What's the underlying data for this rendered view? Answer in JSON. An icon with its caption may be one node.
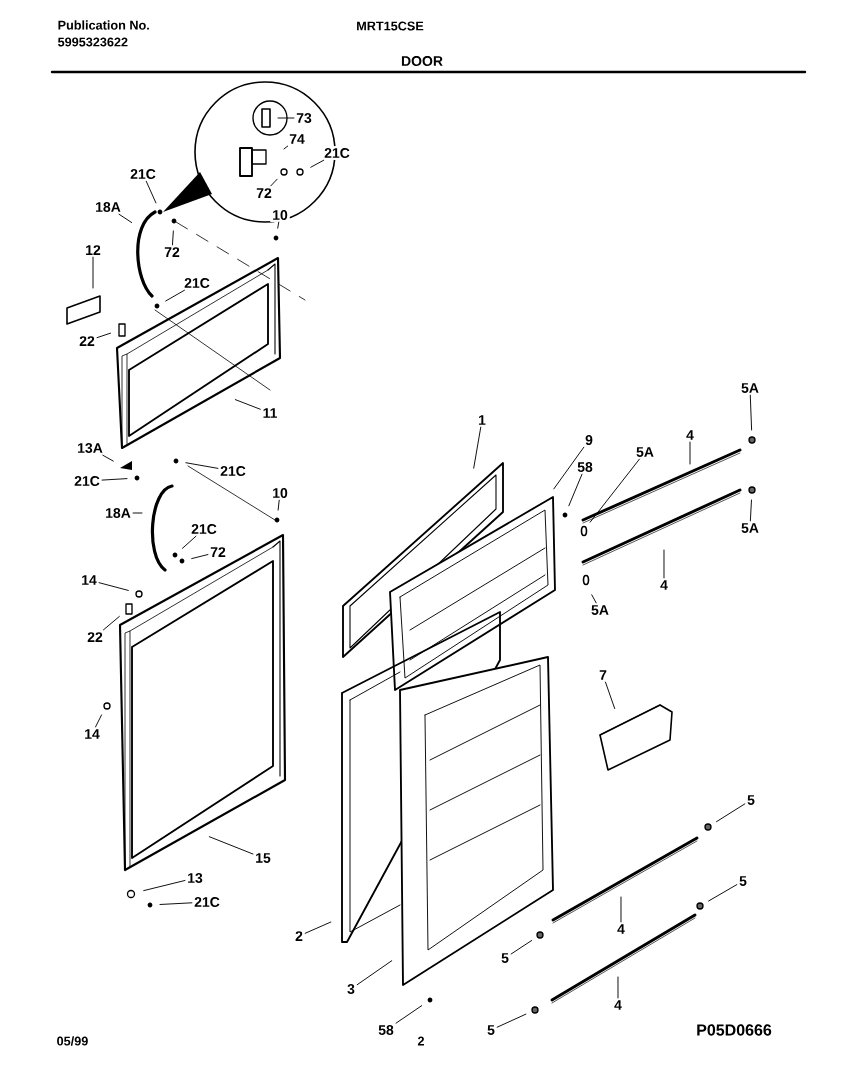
{
  "diagram": {
    "title": "DOOR",
    "nodes": [
      {
        "text": [
          "73"
        ]
      },
      {
        "text": [
          "74"
        ]
      },
      {
        "text": [
          "21C"
        ]
      },
      {
        "text": [
          "72"
        ]
      },
      {
        "text": [
          "21C"
        ]
      },
      {
        "text": [
          "18A"
        ]
      },
      {
        "text": [
          "72"
        ]
      },
      {
        "text": [
          "10"
        ]
      },
      {
        "text": [
          "12"
        ]
      },
      {
        "text": [
          "21C"
        ]
      },
      {
        "text": [
          "22"
        ]
      },
      {
        "text": [
          "11"
        ]
      },
      {
        "text": [
          "13A"
        ]
      },
      {
        "text": [
          "21C"
        ]
      },
      {
        "text": [
          "21C"
        ]
      },
      {
        "text": [
          "10"
        ]
      },
      {
        "text": [
          "18A"
        ]
      },
      {
        "text": [
          "21C"
        ]
      },
      {
        "text": [
          "72"
        ]
      },
      {
        "text": [
          "14"
        ]
      },
      {
        "text": [
          "22"
        ]
      },
      {
        "text": [
          "14"
        ]
      },
      {
        "text": [
          "15"
        ]
      },
      {
        "text": [
          "13"
        ]
      },
      {
        "text": [
          "21C"
        ]
      },
      {
        "text": [
          "2"
        ]
      },
      {
        "text": [
          "3"
        ]
      },
      {
        "text": [
          "58"
        ]
      },
      {
        "text": [
          "1"
        ]
      },
      {
        "text": [
          "9"
        ]
      },
      {
        "text": [
          "58"
        ]
      },
      {
        "text": [
          "5A"
        ]
      },
      {
        "text": [
          "4"
        ]
      },
      {
        "text": [
          "5A"
        ]
      },
      {
        "text": [
          "5A"
        ]
      },
      {
        "text": [
          "4"
        ]
      },
      {
        "text": [
          "5A"
        ]
      },
      {
        "text": [
          "7"
        ]
      },
      {
        "text": [
          "5"
        ]
      },
      {
        "text": [
          "4"
        ]
      },
      {
        "text": [
          "5"
        ]
      },
      {
        "text": [
          "5"
        ]
      },
      {
        "text": [
          "4"
        ]
      },
      {
        "text": [
          "5"
        ]
      }
    ],
    "edges": [
      {
        "from": 0,
        "to": null,
        "arrow": "none"
      },
      {
        "from": 1,
        "to": null,
        "arrow": "none"
      },
      {
        "from": 2,
        "to": null,
        "arrow": "none"
      },
      {
        "from": 3,
        "to": null,
        "arrow": "none"
      },
      {
        "from": 4,
        "to": null,
        "arrow": "none"
      },
      {
        "from": 5,
        "to": null,
        "arrow": "none"
      },
      {
        "from": 6,
        "to": null,
        "arrow": "none"
      },
      {
        "from": 7,
        "to": null,
        "arrow": "none"
      },
      {
        "from": 8,
        "to": null,
        "arrow": "none"
      },
      {
        "from": 9,
        "to": null,
        "arrow": "none"
      },
      {
        "from": 10,
        "to": null,
        "arrow": "none"
      },
      {
        "from": 11,
        "to": null,
        "arrow": "none"
      },
      {
        "from": 12,
        "to": null,
        "arrow": "none"
      },
      {
        "from": 13,
        "to": null,
        "arrow": "none"
      },
      {
        "from": 14,
        "to": null,
        "arrow": "none"
      },
      {
        "from": 15,
        "to": null,
        "arrow": "none"
      },
      {
        "from": 16,
        "to": null,
        "arrow": "none"
      },
      {
        "from": 17,
        "to": null,
        "arrow": "none"
      },
      {
        "from": 18,
        "to": null,
        "arrow": "none"
      },
      {
        "from": 19,
        "to": null,
        "arrow": "none"
      },
      {
        "from": 20,
        "to": null,
        "arrow": "none"
      },
      {
        "from": 21,
        "to": null,
        "arrow": "none"
      },
      {
        "from": 22,
        "to": null,
        "arrow": "none"
      },
      {
        "from": 23,
        "to": null,
        "arrow": "none"
      },
      {
        "from": 24,
        "to": null,
        "arrow": "none"
      },
      {
        "from": 25,
        "to": null,
        "arrow": "none"
      },
      {
        "from": 26,
        "to": null,
        "arrow": "none"
      },
      {
        "from": 27,
        "to": null,
        "arrow": "none"
      },
      {
        "from": 28,
        "to": null,
        "arrow": "none"
      },
      {
        "from": 29,
        "to": null,
        "arrow": "none"
      },
      {
        "from": 30,
        "to": null,
        "arrow": "none"
      },
      {
        "from": 31,
        "to": null,
        "arrow": "none"
      },
      {
        "from": 32,
        "to": null,
        "arrow": "none"
      },
      {
        "from": 33,
        "to": null,
        "arrow": "none"
      },
      {
        "from": 34,
        "to": null,
        "arrow": "none"
      },
      {
        "from": 35,
        "to": null,
        "arrow": "none"
      },
      {
        "from": 36,
        "to": null,
        "arrow": "none"
      },
      {
        "from": 37,
        "to": null,
        "arrow": "none"
      },
      {
        "from": 38,
        "to": null,
        "arrow": "none"
      },
      {
        "from": 39,
        "to": null,
        "arrow": "none"
      },
      {
        "from": 40,
        "to": null,
        "arrow": "none"
      },
      {
        "from": 41,
        "to": null,
        "arrow": "none"
      },
      {
        "from": 42,
        "to": null,
        "arrow": "none"
      },
      {
        "from": 43,
        "to": null,
        "arrow": "none"
      }
    ],
    "labels": [
      "Publication No.",
      "5995323622",
      "MRT15CSE",
      "P05D0666",
      "05/99",
      "2"
    ]
  }
}
